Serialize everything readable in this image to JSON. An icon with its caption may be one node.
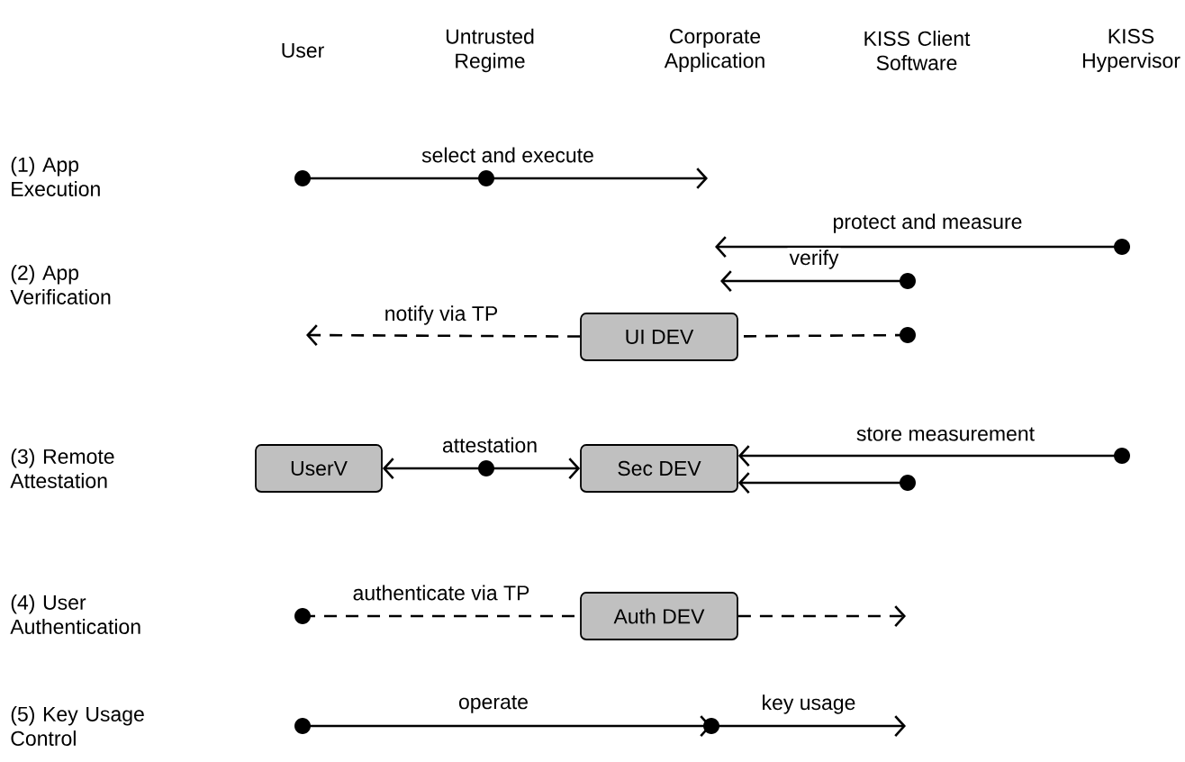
{
  "diagram": {
    "nodes": [
      {
        "text": [],
        "shape": "circle"
      },
      {
        "text": [],
        "shape": "circle"
      },
      {
        "text": [],
        "shape": "circle"
      },
      {
        "text": [],
        "shape": "circle"
      },
      {
        "text": [
          "UI DEV"
        ]
      },
      {
        "text": [],
        "shape": "circle"
      },
      {
        "text": [
          "UserV"
        ]
      },
      {
        "text": [],
        "shape": "circle"
      },
      {
        "text": [
          "Sec DEV"
        ]
      },
      {
        "text": [],
        "shape": "circle"
      },
      {
        "text": [],
        "shape": "circle"
      },
      {
        "text": [],
        "shape": "circle"
      },
      {
        "text": [
          "Auth DEV"
        ]
      },
      {
        "text": [],
        "shape": "circle"
      },
      {
        "text": [],
        "shape": "circle"
      }
    ],
    "edges": [
      {
        "from": 0,
        "to": 1,
        "arrow": "none"
      },
      {
        "from": 1,
        "to": null,
        "arrow": "to",
        "label": "select and execute"
      },
      {
        "from": 2,
        "to": null,
        "arrow": "to",
        "label": "protect and measure"
      },
      {
        "from": 3,
        "to": null,
        "arrow": "to",
        "label": "verify"
      },
      {
        "from": 5,
        "to": 4,
        "arrow": "none",
        "style": "dashed"
      },
      {
        "from": 4,
        "to": null,
        "arrow": "to",
        "style": "dashed",
        "label": "notify via TP"
      },
      {
        "from": 7,
        "to": 6,
        "arrow": "to"
      },
      {
        "from": 7,
        "to": 8,
        "arrow": "to",
        "label": "attestation"
      },
      {
        "from": 9,
        "to": 8,
        "arrow": "to",
        "label": "store measurement"
      },
      {
        "from": 10,
        "to": 8,
        "arrow": "to"
      },
      {
        "from": 11,
        "to": 12,
        "arrow": "none",
        "style": "dashed",
        "label": "authenticate via TP"
      },
      {
        "from": 12,
        "to": null,
        "arrow": "to",
        "style": "dashed"
      },
      {
        "from": 13,
        "to": 14,
        "arrow": "to",
        "label": "operate"
      },
      {
        "from": 14,
        "to": null,
        "arrow": "to",
        "label": "key usage"
      }
    ],
    "labels": [
      "User",
      "Untrusted Regime",
      "Corporate Application",
      "KISS Client Software",
      "KISS Hypervisor",
      "(1) App Execution",
      "(2) App Verification",
      "(3) Remote Attestation",
      "(4) User Authentication",
      "(5) Key Usage Control"
    ]
  }
}
